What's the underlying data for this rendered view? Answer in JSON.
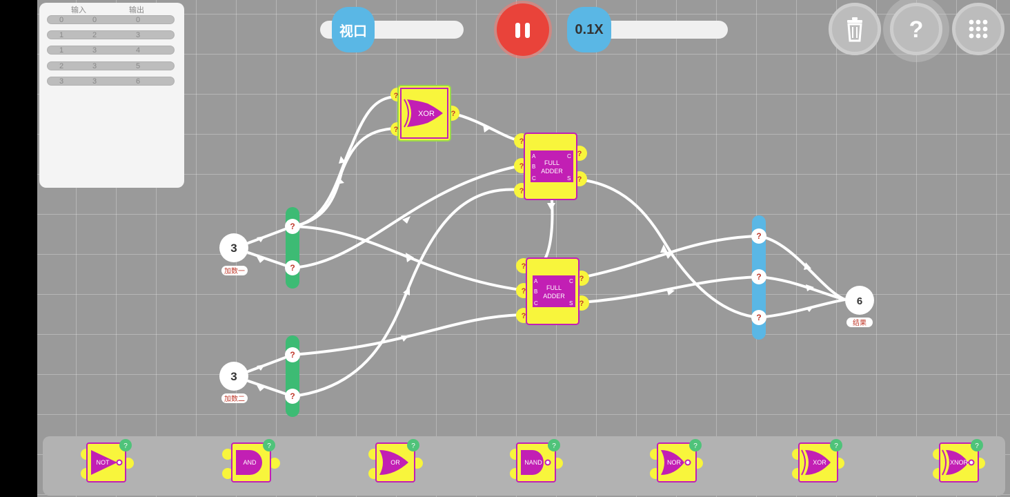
{
  "truth_table": {
    "headers": [
      "输入",
      "输出"
    ],
    "rows": [
      [
        "0",
        "0",
        "0"
      ],
      [
        "1",
        "2",
        "3"
      ],
      [
        "1",
        "3",
        "4"
      ],
      [
        "2",
        "3",
        "5"
      ],
      [
        "3",
        "3",
        "6"
      ]
    ]
  },
  "controls": {
    "viewport_label": "视口",
    "speed_label": "0.1X"
  },
  "circuit": {
    "input_a": {
      "value": "3",
      "label": "加数一"
    },
    "input_b": {
      "value": "3",
      "label": "加数二"
    },
    "output": {
      "value": "6",
      "label": "结果"
    },
    "pin_unknown": "?",
    "xor_gate_label": "XOR",
    "adder_label_line1": "FULL",
    "adder_label_line2": "ADDER",
    "pin_a": "A",
    "pin_b": "B",
    "pin_c": "C",
    "pin_s": "S"
  },
  "toolbox": {
    "help_badge": "?",
    "gates": [
      {
        "label": "NOT"
      },
      {
        "label": "AND"
      },
      {
        "label": "OR"
      },
      {
        "label": "NAND"
      },
      {
        "label": "NOR"
      },
      {
        "label": "XOR"
      },
      {
        "label": "XNOR"
      }
    ]
  },
  "colors": {
    "board": "#9a9a9a",
    "wire": "#ffffff",
    "gate_body": "#f8f53c",
    "gate_inner": "#c21fb4",
    "splitter_green": "#3dbb74",
    "splitter_blue": "#5ab7e5",
    "pause_red": "#e9433a",
    "pin_text": "#c0392b"
  },
  "icons": [
    "pause-icon",
    "trash-icon",
    "help-icon",
    "grid-menu-icon"
  ]
}
